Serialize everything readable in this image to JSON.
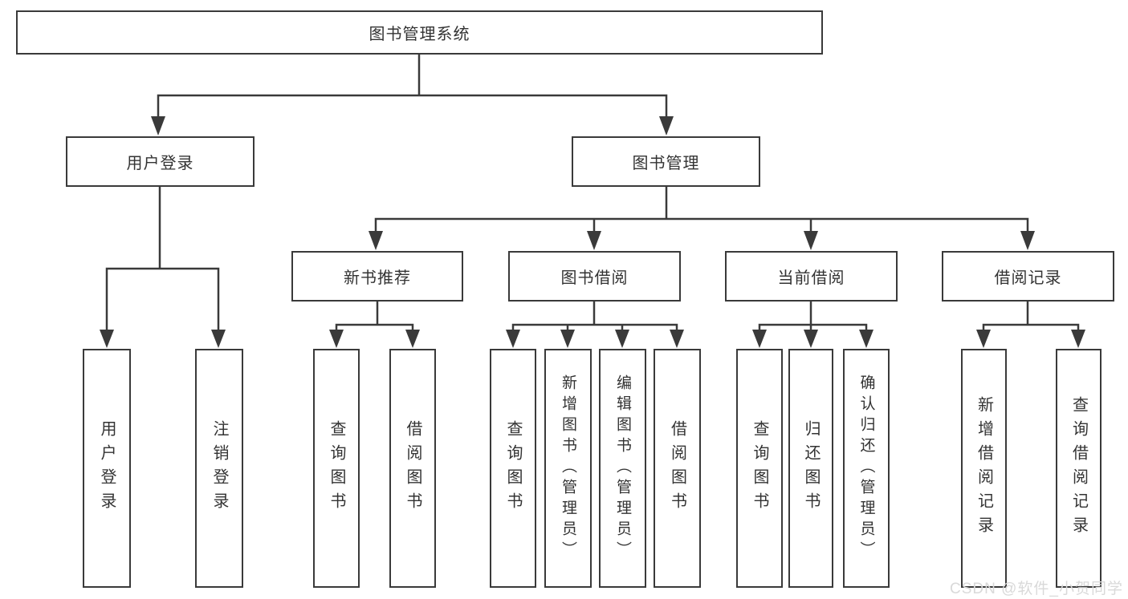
{
  "tree": {
    "label": "图书管理系统",
    "children": [
      {
        "label": "用户登录",
        "children": [
          {
            "label": "用户登录"
          },
          {
            "label": "注销登录"
          }
        ]
      },
      {
        "label": "图书管理",
        "children": [
          {
            "label": "新书推荐",
            "children": [
              {
                "label": "查询图书"
              },
              {
                "label": "借阅图书"
              }
            ]
          },
          {
            "label": "图书借阅",
            "children": [
              {
                "label": "查询图书"
              },
              {
                "label": "新增图书（管理员）"
              },
              {
                "label": "编辑图书（管理员）"
              },
              {
                "label": "借阅图书"
              }
            ]
          },
          {
            "label": "当前借阅",
            "children": [
              {
                "label": "查询图书"
              },
              {
                "label": "归还图书"
              },
              {
                "label": "确认归还（管理员）"
              }
            ]
          },
          {
            "label": "借阅记录",
            "children": [
              {
                "label": "新增借阅记录"
              },
              {
                "label": "查询借阅记录"
              }
            ]
          }
        ]
      }
    ]
  },
  "watermark": {
    "text": "CSDN @软件_小贺同学"
  },
  "colors": {
    "line": "#3a3a3a",
    "text": "#333333",
    "background": "#ffffff",
    "watermark": "#d9d9d9"
  }
}
